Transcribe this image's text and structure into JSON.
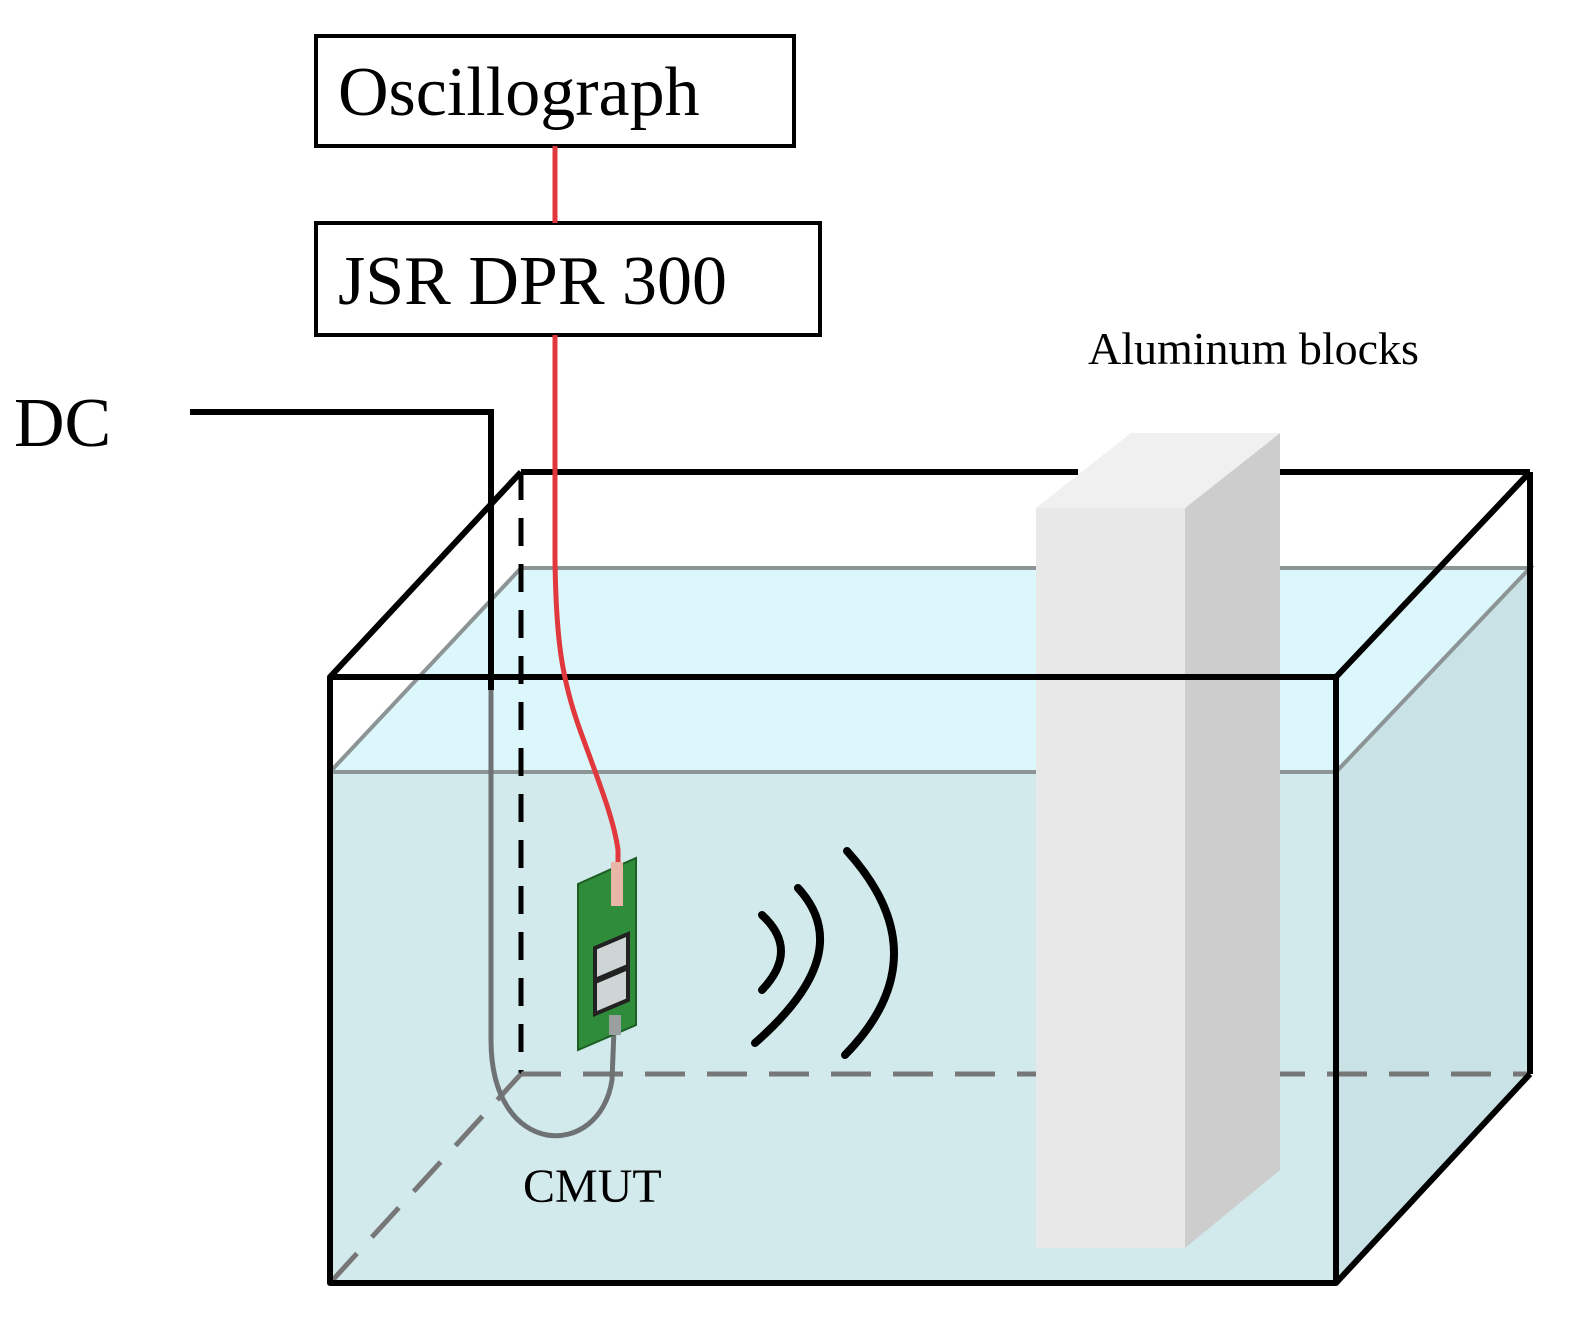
{
  "labels": {
    "oscillograph": "Oscillograph",
    "pulser": "JSR DPR 300",
    "dc": "DC",
    "aluminum": "Aluminum blocks",
    "cmut": "CMUT"
  },
  "colors": {
    "water_front": "#d3eaed",
    "water_top": "#dcf7fb",
    "water_side": "#c8e2e6",
    "signal_cable": "#e0383c",
    "bias_cable": "#6e7274",
    "pcb": "#2f8c3a",
    "block_front": "#e8e8e8",
    "block_side": "#cdcdcd",
    "outline": "#000000"
  },
  "icons": [
    "sound-wave-icon",
    "cmut-board-icon"
  ]
}
